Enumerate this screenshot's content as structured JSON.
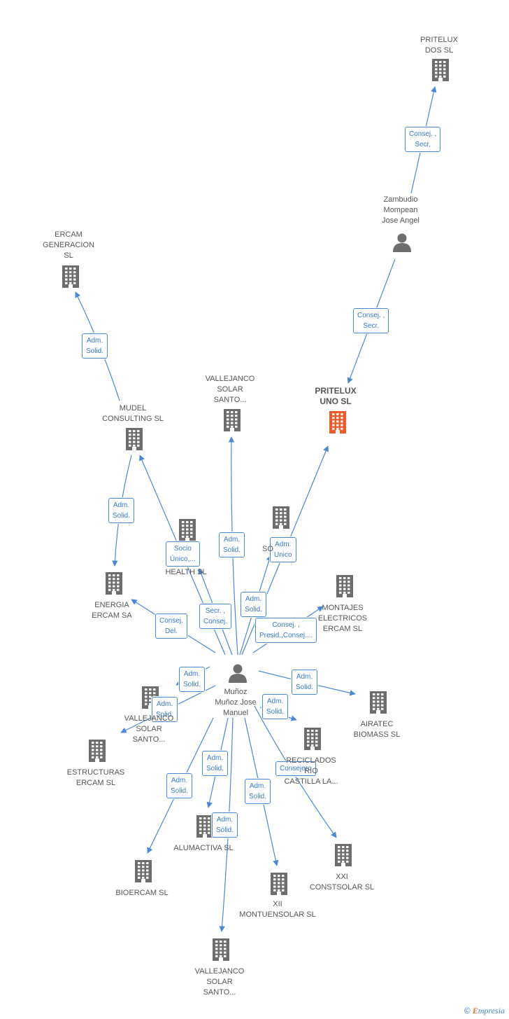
{
  "colors": {
    "edge": "#4a88d6",
    "node": "#6d6d6d",
    "highlight": "#f05a28",
    "label": "#555555"
  },
  "nodes": [
    {
      "id": "pritelux_dos",
      "type": "company",
      "label": "PRITELUX\nDOS SL"
    },
    {
      "id": "zambudio",
      "type": "person",
      "label": "Zambudio\nMompean\nJose Angel"
    },
    {
      "id": "ercam_gen",
      "type": "company",
      "label": "ERCAM\nGENERACION\nSL"
    },
    {
      "id": "pritelux_uno",
      "type": "company",
      "highlight": true,
      "label": "PRITELUX\nUNO SL"
    },
    {
      "id": "vallejanco_top",
      "type": "company",
      "label": "VALLEJANCO\nSOLAR\nSANTO..."
    },
    {
      "id": "mudel",
      "type": "company",
      "label": "MUDEL\nCONSULTING  SL"
    },
    {
      "id": "health",
      "type": "company",
      "label": "HEALTH SL"
    },
    {
      "id": "so",
      "type": "company",
      "label": "SO"
    },
    {
      "id": "energia",
      "type": "company",
      "label": "ENERGIA\nERCAM SA"
    },
    {
      "id": "montajes",
      "type": "company",
      "label": "MONTAJES\nELECTRICOS\nERCAM SL"
    },
    {
      "id": "munoz",
      "type": "person",
      "label": "Muñoz\nMuñoz Jose\nManuel"
    },
    {
      "id": "vallejanco_left",
      "type": "company",
      "label": "VALLEJANCO\nSOLAR\nSANTO..."
    },
    {
      "id": "airatec",
      "type": "company",
      "label": "AIRATEC\nBIOMASS SL"
    },
    {
      "id": "estructuras",
      "type": "company",
      "label": "ESTRUCTURAS\nERCAM SL"
    },
    {
      "id": "reciclados",
      "type": "company",
      "label": "RECICLADOS\nRIO\nCASTILLA LA..."
    },
    {
      "id": "alumactiva",
      "type": "company",
      "label": "ALUMACTIVA SL"
    },
    {
      "id": "xxi",
      "type": "company",
      "label": "XXI\nCONSTSOLAR SL"
    },
    {
      "id": "bioercam",
      "type": "company",
      "label": "BIOERCAM SL"
    },
    {
      "id": "xii",
      "type": "company",
      "label": "XII\nMONTUENSOLAR SL"
    },
    {
      "id": "vallejanco_bottom",
      "type": "company",
      "label": "VALLEJANCO\nSOLAR\nSANTO..."
    }
  ],
  "edges": [
    {
      "from": "zambudio",
      "to": "pritelux_dos",
      "label": "Consej. ,\nSecr."
    },
    {
      "from": "zambudio",
      "to": "pritelux_uno",
      "label": "Consej. ,\nSecr."
    },
    {
      "from": "mudel",
      "to": "ercam_gen",
      "label": "Adm.\nSolid."
    },
    {
      "from": "mudel",
      "to": "energia",
      "label": "Adm.\nSolid."
    },
    {
      "from": "munoz",
      "to": "mudel",
      "label": "Socio\nÚnico,..."
    },
    {
      "from": "munoz",
      "to": "vallejanco_top",
      "label": "Adm.\nSolid."
    },
    {
      "from": "munoz",
      "to": "pritelux_uno",
      "label": "Adm.\nUnico"
    },
    {
      "from": "munoz",
      "to": "so",
      "label": "Adm.\nSolid."
    },
    {
      "from": "munoz",
      "to": "health",
      "label": "Secr. ,\nConsej."
    },
    {
      "from": "munoz",
      "to": "energia",
      "label": "Consej.\nDel."
    },
    {
      "from": "munoz",
      "to": "montajes",
      "label": "Consej. ,\nPresid.,Consej...."
    },
    {
      "from": "munoz",
      "to": "vallejanco_left",
      "label": "Adm.\nSolid."
    },
    {
      "from": "munoz",
      "to": "estructuras",
      "label": "Adm.\nSolid."
    },
    {
      "from": "munoz",
      "to": "airatec",
      "label": "Adm.\nSolid."
    },
    {
      "from": "munoz",
      "to": "reciclados",
      "label": "Adm.\nSolid."
    },
    {
      "from": "munoz",
      "to": "xxi",
      "label": "Consejero"
    },
    {
      "from": "munoz",
      "to": "alumactiva",
      "label": "Adm.\nSolid."
    },
    {
      "from": "munoz",
      "to": "bioercam",
      "label": "Adm.\nSolid."
    },
    {
      "from": "munoz",
      "to": "xii",
      "label": "Adm.\nSolid."
    },
    {
      "from": "munoz",
      "to": "vallejanco_bottom",
      "label": "Adm.\nSolid."
    }
  ],
  "footer": {
    "copyright": "©",
    "brand_first": "E",
    "brand_rest": "mpresia"
  }
}
